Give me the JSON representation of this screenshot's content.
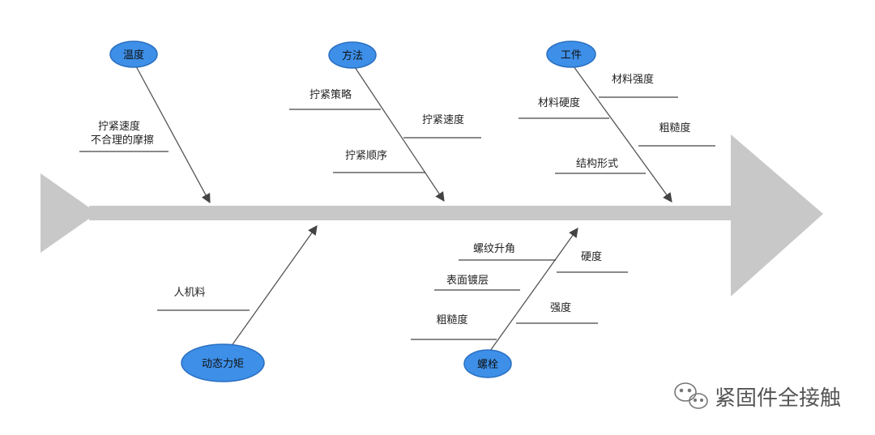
{
  "categories": {
    "temperature": {
      "label": "温度",
      "causes": [
        "拧紧速度",
        "不合理的摩擦"
      ]
    },
    "method": {
      "label": "方法",
      "causes": [
        "拧紧策略",
        "拧紧速度",
        "拧紧顺序"
      ]
    },
    "workpiece": {
      "label": "工件",
      "causes": [
        "材料强度",
        "材料硬度",
        "粗糙度",
        "结构形式"
      ]
    },
    "dynamic_torque": {
      "label": "动态力矩",
      "causes": [
        "人机料"
      ]
    },
    "bolt": {
      "label": "螺栓",
      "causes": [
        "螺纹升角",
        "硬度",
        "表面镀层",
        "强度",
        "粗糙度"
      ]
    }
  },
  "watermark": "紧固件全接触",
  "colors": {
    "node_fill": "#3d8fe8",
    "node_stroke": "#2a6fc0",
    "spine": "#c8c8c8",
    "line": "#555555"
  }
}
